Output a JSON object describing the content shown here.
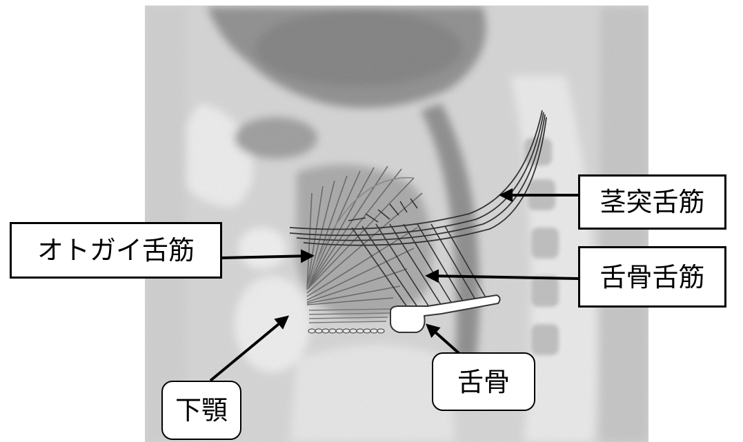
{
  "labels": {
    "styloglossus": "茎突舌筋",
    "genioglossus": "オトガイ舌筋",
    "hyoglossus": "舌骨舌筋",
    "hyoid": "舌骨",
    "mandible": "下顎"
  }
}
